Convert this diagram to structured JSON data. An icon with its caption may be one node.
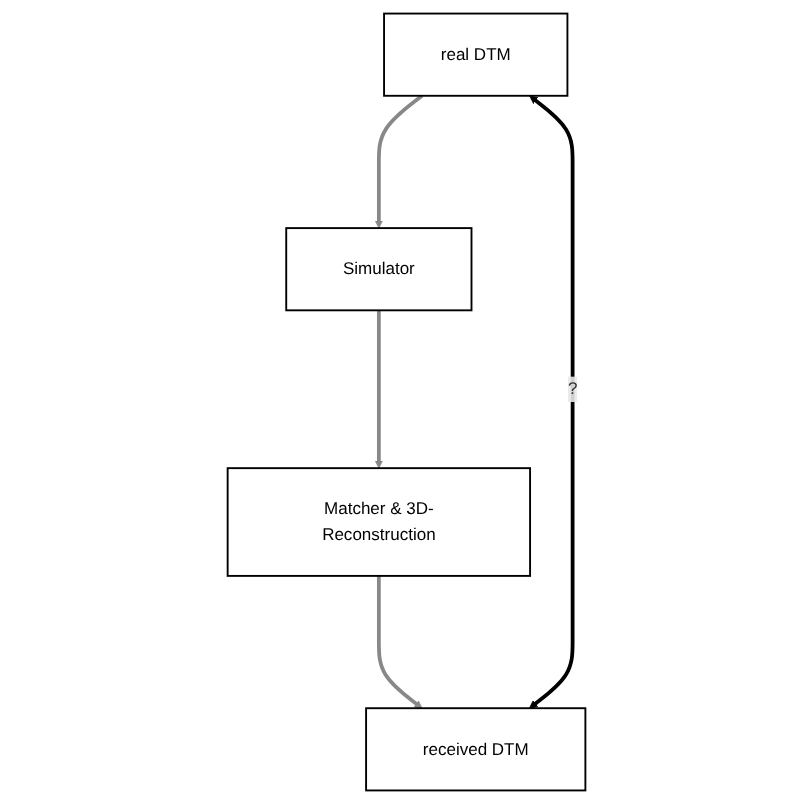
{
  "diagram": {
    "nodes": [
      {
        "text": [
          "real DTM"
        ]
      },
      {
        "text": [
          "Simulator"
        ]
      },
      {
        "text": [
          "Matcher & 3D-Reconstruction"
        ]
      },
      {
        "text": [
          "received DTM"
        ]
      }
    ],
    "edges": [
      {
        "from": 0,
        "to": 1,
        "arrow": "to"
      },
      {
        "from": 1,
        "to": 2,
        "arrow": "to"
      },
      {
        "from": 2,
        "to": 3,
        "arrow": "to"
      },
      {
        "from": 0,
        "to": 3,
        "arrow": "both",
        "label": "?",
        "color": "#000000"
      }
    ]
  }
}
